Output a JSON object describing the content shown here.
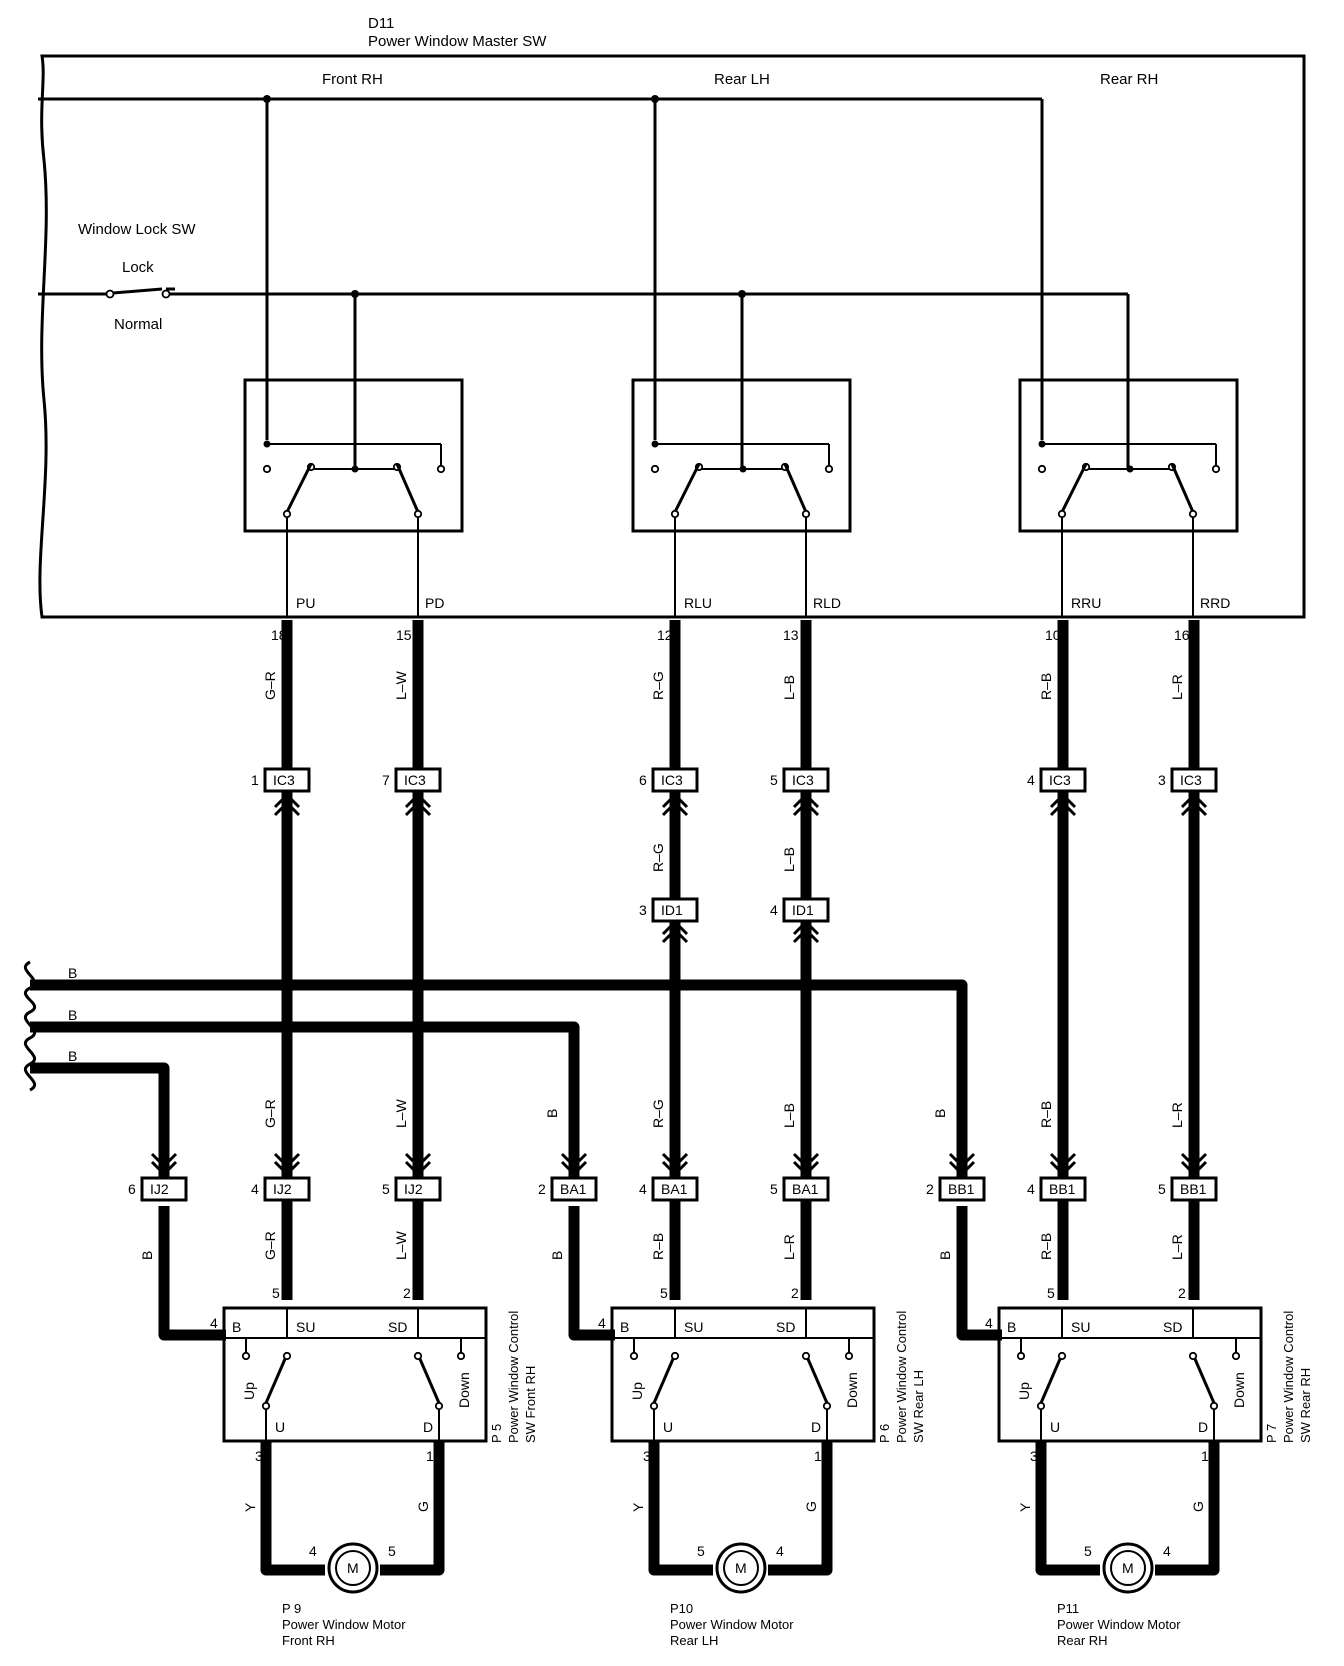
{
  "master": {
    "code": "D11",
    "name": "Power Window Master SW",
    "sections": [
      "Front RH",
      "Rear LH",
      "Rear RH"
    ],
    "lock_sw": {
      "title": "Window Lock SW",
      "lock": "Lock",
      "normal": "Normal"
    },
    "pins": [
      {
        "terminal": "PU",
        "number": "18"
      },
      {
        "terminal": "PD",
        "number": "15"
      },
      {
        "terminal": "RLU",
        "number": "12"
      },
      {
        "terminal": "RLD",
        "number": "13"
      },
      {
        "terminal": "RRU",
        "number": "10"
      },
      {
        "terminal": "RRD",
        "number": "16"
      }
    ]
  },
  "wire_colors": {
    "upper": [
      "G–R",
      "L–W",
      "R–G",
      "L–B",
      "R–B",
      "L–R"
    ],
    "mid": [
      "R–G",
      "L–B"
    ],
    "lower": [
      "G–R",
      "L–W",
      "R–G",
      "L–B",
      "R–B",
      "L–R"
    ],
    "bottom": [
      "B",
      "G–R",
      "L–W",
      "B",
      "R–B",
      "L–R",
      "B",
      "R–B",
      "L–R"
    ],
    "ground_feeds": [
      "B",
      "B",
      "B"
    ],
    "ground_drops": [
      "B",
      "B",
      "B"
    ]
  },
  "connectors": {
    "ic3": [
      {
        "pin": "1",
        "code": "IC3"
      },
      {
        "pin": "7",
        "code": "IC3"
      },
      {
        "pin": "6",
        "code": "IC3"
      },
      {
        "pin": "5",
        "code": "IC3"
      },
      {
        "pin": "4",
        "code": "IC3"
      },
      {
        "pin": "3",
        "code": "IC3"
      }
    ],
    "id1": [
      {
        "pin": "3",
        "code": "ID1"
      },
      {
        "pin": "4",
        "code": "ID1"
      }
    ],
    "row": [
      {
        "pin": "6",
        "code": "IJ2"
      },
      {
        "pin": "4",
        "code": "IJ2"
      },
      {
        "pin": "5",
        "code": "IJ2"
      },
      {
        "pin": "2",
        "code": "BA1"
      },
      {
        "pin": "4",
        "code": "BA1"
      },
      {
        "pin": "5",
        "code": "BA1"
      },
      {
        "pin": "2",
        "code": "BB1"
      },
      {
        "pin": "4",
        "code": "BB1"
      },
      {
        "pin": "5",
        "code": "BB1"
      }
    ]
  },
  "switches": [
    {
      "code": "P 5",
      "name": "Power Window Control",
      "sub": "SW Front RH"
    },
    {
      "code": "P 6",
      "name": "Power Window Control",
      "sub": "SW Rear LH"
    },
    {
      "code": "P 7",
      "name": "Power Window Control",
      "sub": "SW Rear RH"
    }
  ],
  "switch_labels": {
    "b": "B",
    "su": "SU",
    "sd": "SD",
    "up": "Up",
    "down": "Down",
    "u": "U",
    "d": "D",
    "pin_b": "4",
    "pin_su": "5",
    "pin_sd": "2",
    "pin_u": "3",
    "pin_d": "1"
  },
  "motors": [
    {
      "code": "P 9",
      "name": "Power Window Motor",
      "sub": "Front RH",
      "symbol": "M",
      "pin_left": "4",
      "pin_right": "5"
    },
    {
      "code": "P10",
      "name": "Power Window Motor",
      "sub": "Rear LH",
      "symbol": "M",
      "pin_left": "5",
      "pin_right": "4"
    },
    {
      "code": "P11",
      "name": "Power Window Motor",
      "sub": "Rear RH",
      "symbol": "M",
      "pin_left": "5",
      "pin_right": "4"
    }
  ],
  "motor_wires": {
    "left": "Y",
    "right": "G"
  }
}
